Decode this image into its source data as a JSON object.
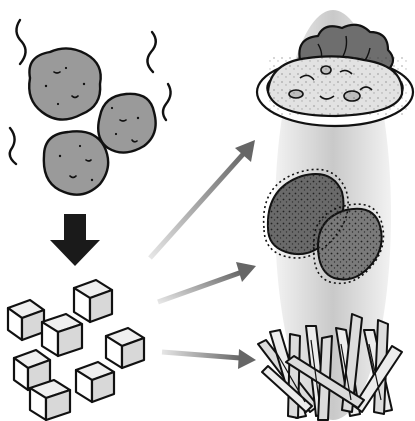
{
  "illustration": {
    "panels": [
      {
        "name": "boiled-potatoes",
        "icon": "steaming-potatoes-icon"
      },
      {
        "name": "diced-potatoes",
        "icon": "potato-cubes-icon"
      },
      {
        "name": "potato-salad",
        "icon": "potato-salad-plate-icon"
      },
      {
        "name": "potato-croquettes",
        "icon": "croquettes-icon"
      },
      {
        "name": "french-fries",
        "icon": "french-fries-icon"
      }
    ],
    "colors": {
      "outline": "#111111",
      "potato_fill": "#9a9a9a",
      "cube_fill": "#efefef",
      "plate_fill": "#ffffff",
      "lettuce_fill": "#6e6e6e",
      "salad_fill": "#e2e2e2",
      "croquette_fill": "#6a6a6a",
      "fries_fill": "#dcdcdc",
      "backdrop_fill": "#d9d9d9",
      "arrow_start": "#e2e2e2",
      "arrow_end": "#6b6b6b"
    }
  }
}
